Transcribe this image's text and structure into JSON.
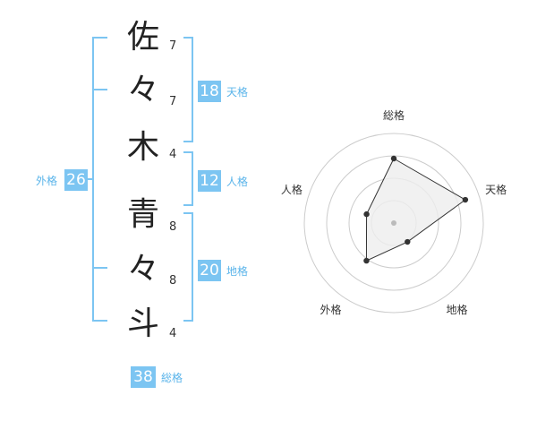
{
  "name_chars": [
    {
      "char": "佐",
      "strokes": "7"
    },
    {
      "char": "々",
      "strokes": "7"
    },
    {
      "char": "木",
      "strokes": "4"
    },
    {
      "char": "青",
      "strokes": "8"
    },
    {
      "char": "々",
      "strokes": "8"
    },
    {
      "char": "斗",
      "strokes": "4"
    }
  ],
  "fortunes": {
    "tenkaku": {
      "label": "天格",
      "value": "18"
    },
    "jinkaku": {
      "label": "人格",
      "value": "12"
    },
    "chikaku": {
      "label": "地格",
      "value": "20"
    },
    "gaikaku": {
      "label": "外格",
      "value": "26"
    },
    "soukaku": {
      "label": "総格",
      "value": "38"
    }
  },
  "radar": {
    "axes": [
      "総格",
      "天格",
      "地格",
      "外格",
      "人格"
    ],
    "values": [
      0.72,
      0.84,
      0.26,
      0.52,
      0.32
    ],
    "ring_count": 4,
    "line_color": "#333333",
    "fill_color": "#eeeeee",
    "ring_color": "#cccccc"
  },
  "colors": {
    "accent": "#7cc5f2",
    "accent_text": "#5ab4ea"
  }
}
